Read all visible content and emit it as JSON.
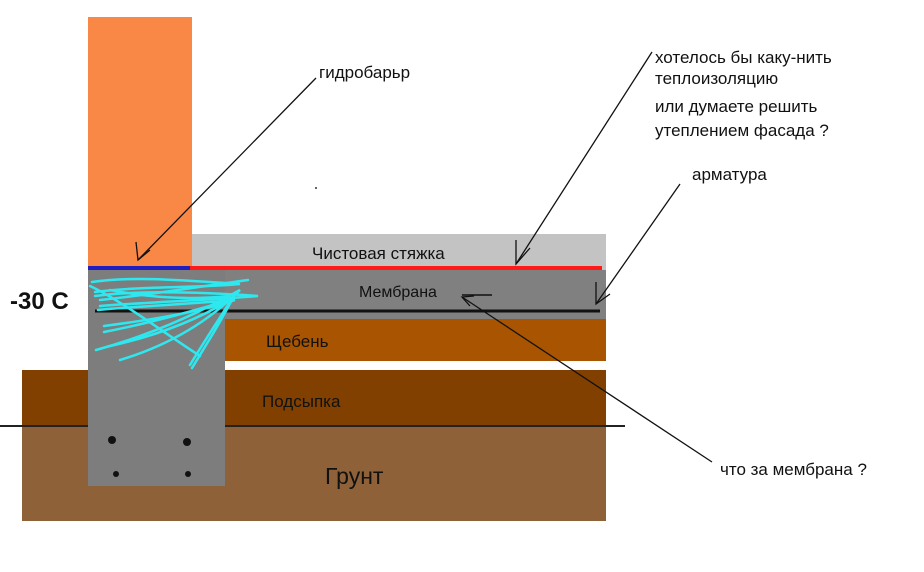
{
  "layers": {
    "screed": "Чистовая стяжка",
    "membrane": "Мембрана",
    "gravel": "Щебень",
    "backfill": "Подсыпка",
    "ground": "Грунт"
  },
  "temperature_label": "-30 С",
  "annotations": {
    "hydrobarrier": "гидробарьр",
    "insulation_line1": "хотелось бы каку-нить",
    "insulation_line2": "теплоизоляцию",
    "facade_line1": "или думаете решить",
    "facade_line2": "утеплением фасада ?",
    "rebar": "арматура",
    "membrane_question": "что за мембрана ?"
  },
  "colors": {
    "wall": "#f98746",
    "screed": "#c3c3c3",
    "membrane": "#808080",
    "gravel": "#a85400",
    "backfill": "#824000",
    "ground": "#8e6139",
    "foundation": "#7d7d7d",
    "hydrobarrier_line": "#1f1fbf",
    "insulation_line": "#ff1a1a",
    "cold_scribble": "#2ee8f0"
  }
}
